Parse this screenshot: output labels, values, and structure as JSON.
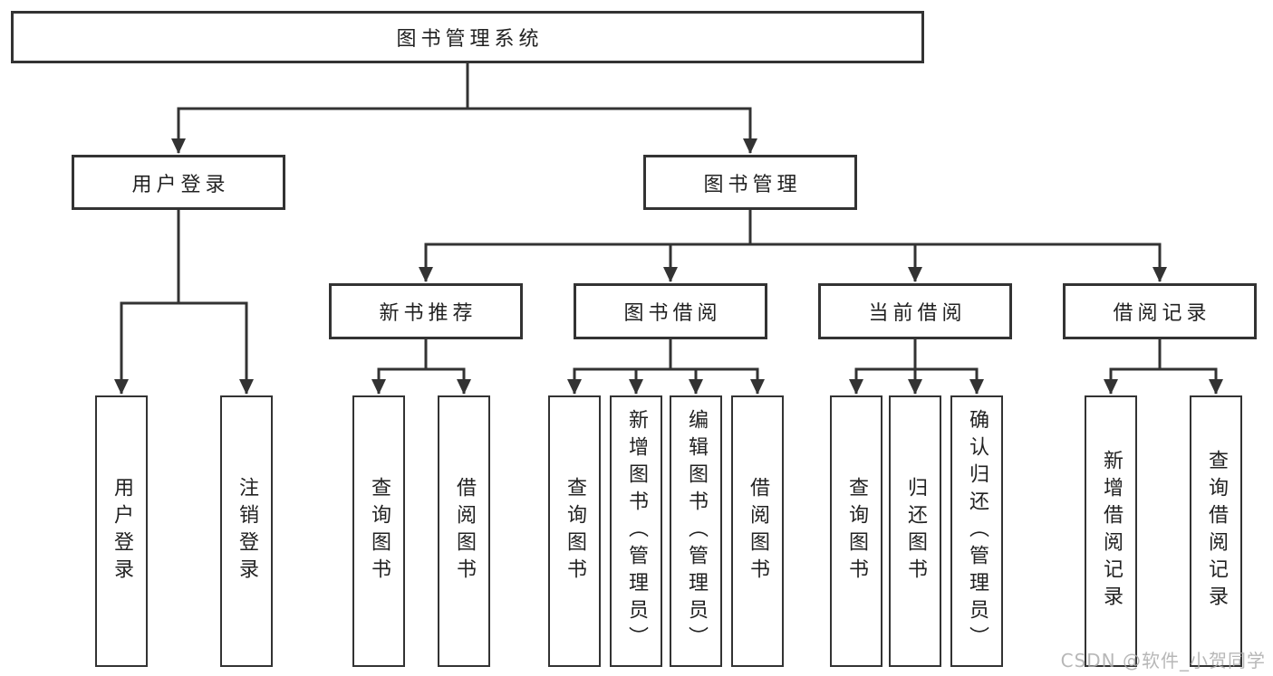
{
  "diagram": {
    "root": {
      "label": "图书管理系统"
    },
    "branches": [
      {
        "label": "用户登录",
        "children": [
          {
            "label": "用户登录"
          },
          {
            "label": "注销登录"
          }
        ]
      },
      {
        "label": "图书管理",
        "children": [
          {
            "label": "新书推荐",
            "children": [
              {
                "label": "查询图书"
              },
              {
                "label": "借阅图书"
              }
            ]
          },
          {
            "label": "图书借阅",
            "children": [
              {
                "label": "查询图书"
              },
              {
                "label": "新增图书（管理员）"
              },
              {
                "label": "编辑图书（管理员）"
              },
              {
                "label": "借阅图书"
              }
            ]
          },
          {
            "label": "当前借阅",
            "children": [
              {
                "label": "查询图书"
              },
              {
                "label": "归还图书"
              },
              {
                "label": "确认归还（管理员）"
              }
            ]
          },
          {
            "label": "借阅记录",
            "children": [
              {
                "label": "新增借阅记录"
              },
              {
                "label": "查询借阅记录"
              }
            ]
          }
        ]
      }
    ],
    "watermark": "CSDN @软件_小贺同学",
    "colors": {
      "line": "#333333",
      "background": "#ffffff",
      "watermark": "#ababab"
    }
  }
}
